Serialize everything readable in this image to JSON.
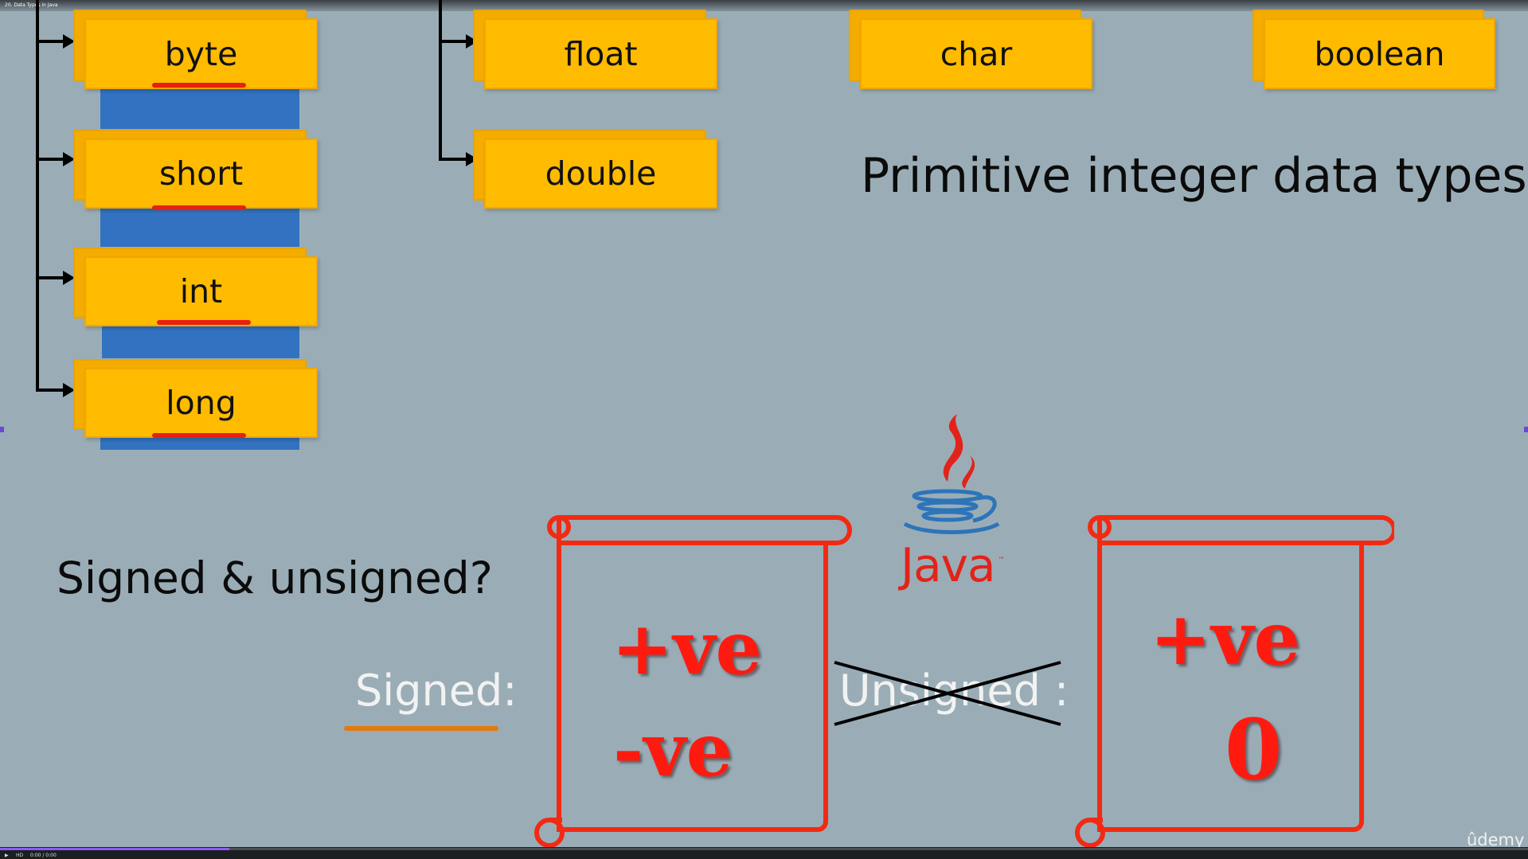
{
  "video": {
    "title": "20. Data Types in Java",
    "progress_fraction": 0.15,
    "time": "0:00 / 0:00",
    "brand": "ûdemy",
    "quality": "HD"
  },
  "slide": {
    "heading": "Primitive integer data types",
    "integer_types": [
      "byte",
      "short",
      "int",
      "long"
    ],
    "floating_types": [
      "float",
      "double"
    ],
    "char_type": "char",
    "boolean_type": "boolean",
    "question": "Signed & unsigned?",
    "signed_label": "Signed:",
    "unsigned_label": "Unsigned :",
    "signed_scroll": {
      "line1": "+ve",
      "line2": "-ve"
    },
    "unsigned_scroll": {
      "line1": "+ve",
      "line2": "0"
    },
    "java_logo_text": "Java",
    "java_tm": "™"
  },
  "colors": {
    "background": "#9aadb6",
    "card": "#ffbb00",
    "underline_red": "#e8200e",
    "block_blue": "#3272c0",
    "scroll_red": "#ff1a10",
    "signed_underline": "#e07a10",
    "java_red": "#e2231a",
    "java_blue": "#2d74b9"
  },
  "icons": [
    "java-cup-icon",
    "scroll-icon",
    "cross-out-icon",
    "arrow-right-icon"
  ]
}
